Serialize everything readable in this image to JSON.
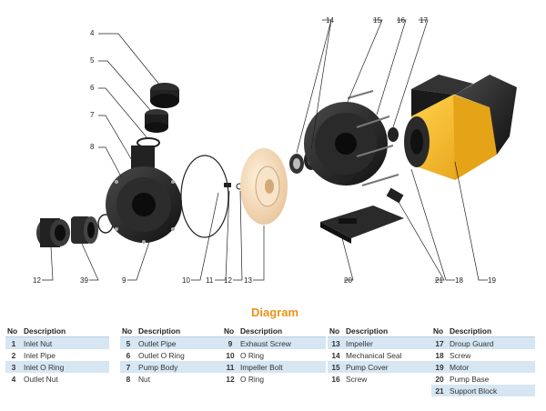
{
  "title": "Diagram",
  "callouts": [
    "4",
    "5",
    "6",
    "7",
    "8",
    "12",
    "39",
    "9",
    "10",
    "11",
    "12",
    "13",
    "14",
    "15",
    "16",
    "17",
    "18",
    "19",
    "20",
    "21"
  ],
  "table": {
    "header_no": "No",
    "header_desc": "Description",
    "columns": [
      [
        {
          "no": "1",
          "desc": "Inlet Nut"
        },
        {
          "no": "2",
          "desc": "Inlet Pipe"
        },
        {
          "no": "3",
          "desc": "Inlet O Ring"
        },
        {
          "no": "4",
          "desc": "Outlet Nut"
        }
      ],
      [
        {
          "no": "5",
          "desc": "Outlet Pipe"
        },
        {
          "no": "6",
          "desc": "Outlet O Ring"
        },
        {
          "no": "7",
          "desc": "Pump Body"
        },
        {
          "no": "8",
          "desc": "Nut"
        }
      ],
      [
        {
          "no": "9",
          "desc": "Exhaust Screw"
        },
        {
          "no": "10",
          "desc": "O Ring"
        },
        {
          "no": "11",
          "desc": "Impeller Bolt"
        },
        {
          "no": "12",
          "desc": "O Ring"
        }
      ],
      [
        {
          "no": "13",
          "desc": "Impeller"
        },
        {
          "no": "14",
          "desc": "Mechanical Seal"
        },
        {
          "no": "15",
          "desc": "Pump Cover"
        },
        {
          "no": "16",
          "desc": "Screw"
        }
      ],
      [
        {
          "no": "17",
          "desc": "Droup Guard"
        },
        {
          "no": "18",
          "desc": "Screw"
        },
        {
          "no": "19",
          "desc": "Motor"
        },
        {
          "no": "20",
          "desc": "Pump Base"
        },
        {
          "no": "21",
          "desc": "Support Block"
        }
      ]
    ]
  },
  "colors": {
    "heading": "#e8921a",
    "row_shade": "#d6e6f3",
    "motor": "#f2b21e",
    "plastic": "#1e1e1e",
    "impeller": "#f3dcc0"
  }
}
